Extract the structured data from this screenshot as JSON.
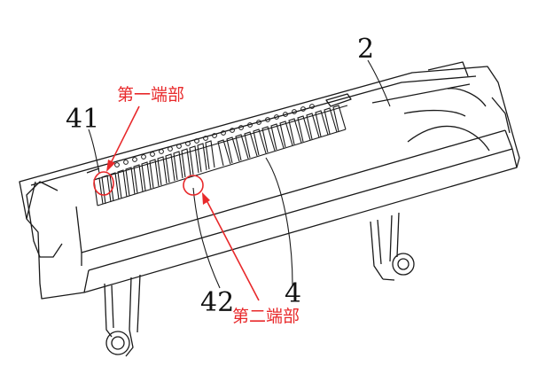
{
  "figure": {
    "reference_labels": [
      {
        "id": "part-2",
        "text": "2"
      },
      {
        "id": "part-41",
        "text": "41"
      },
      {
        "id": "part-42",
        "text": "42"
      },
      {
        "id": "part-4",
        "text": "4"
      }
    ],
    "callouts": [
      {
        "id": "first-end",
        "text": "第一端部"
      },
      {
        "id": "second-end",
        "text": "第二端部"
      }
    ],
    "colors": {
      "line": "#1a1a1a",
      "callout": "#e8292b",
      "background": "#ffffff"
    }
  }
}
